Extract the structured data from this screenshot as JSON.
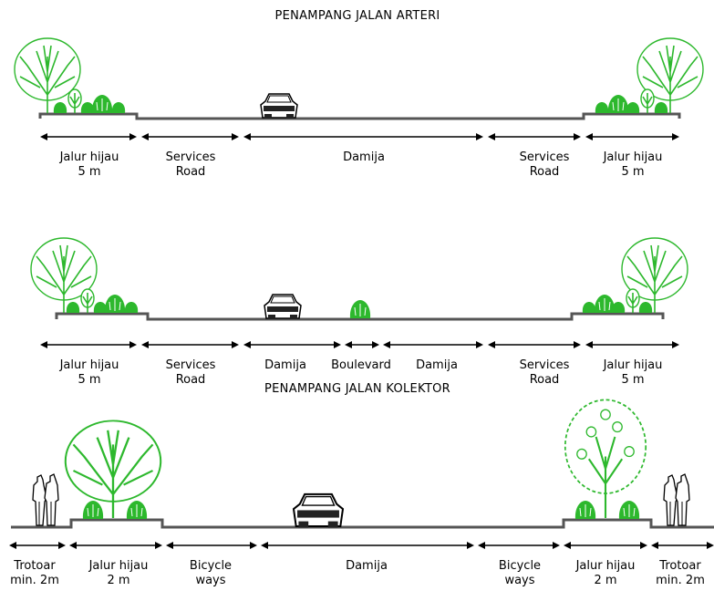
{
  "diagram": {
    "title_top": "PENAMPANG JALAN ARTERI",
    "title_bottom": "PENAMPANG JALAN KOLEKTOR",
    "section1": {
      "labels": [
        {
          "line1": "Jalur hijau",
          "line2": "5 m"
        },
        {
          "line1": "Services",
          "line2": "Road"
        },
        {
          "line1": "Damija",
          "line2": ""
        },
        {
          "line1": "Services",
          "line2": "Road"
        },
        {
          "line1": "Jalur hijau",
          "line2": "5 m"
        }
      ]
    },
    "section2": {
      "labels": [
        {
          "line1": "Jalur hijau",
          "line2": "5 m"
        },
        {
          "line1": "Services",
          "line2": "Road"
        },
        {
          "line1": "Damija",
          "line2": ""
        },
        {
          "line1": "Boulevard",
          "line2": ""
        },
        {
          "line1": "Damija",
          "line2": ""
        },
        {
          "line1": "Services",
          "line2": "Road"
        },
        {
          "line1": "Jalur hijau",
          "line2": "5 m"
        }
      ]
    },
    "section3": {
      "labels": [
        {
          "line1": "Trotoar",
          "line2": "min. 2m"
        },
        {
          "line1": "Jalur hijau",
          "line2": "2 m"
        },
        {
          "line1": "Bicycle",
          "line2": "ways"
        },
        {
          "line1": "Damija",
          "line2": ""
        },
        {
          "line1": "Bicycle",
          "line2": "ways"
        },
        {
          "line1": "Jalur hijau",
          "line2": "2 m"
        },
        {
          "line1": "Trotoar",
          "line2": "min. 2m"
        }
      ]
    },
    "colors": {
      "vegetation": "#2db82d",
      "road": "#555555",
      "text": "#000000"
    },
    "icons": [
      "deciduous-tree-icon",
      "bush-icon",
      "car-icon",
      "pedestrian-pair-icon",
      "dimension-arrow-icon"
    ]
  }
}
